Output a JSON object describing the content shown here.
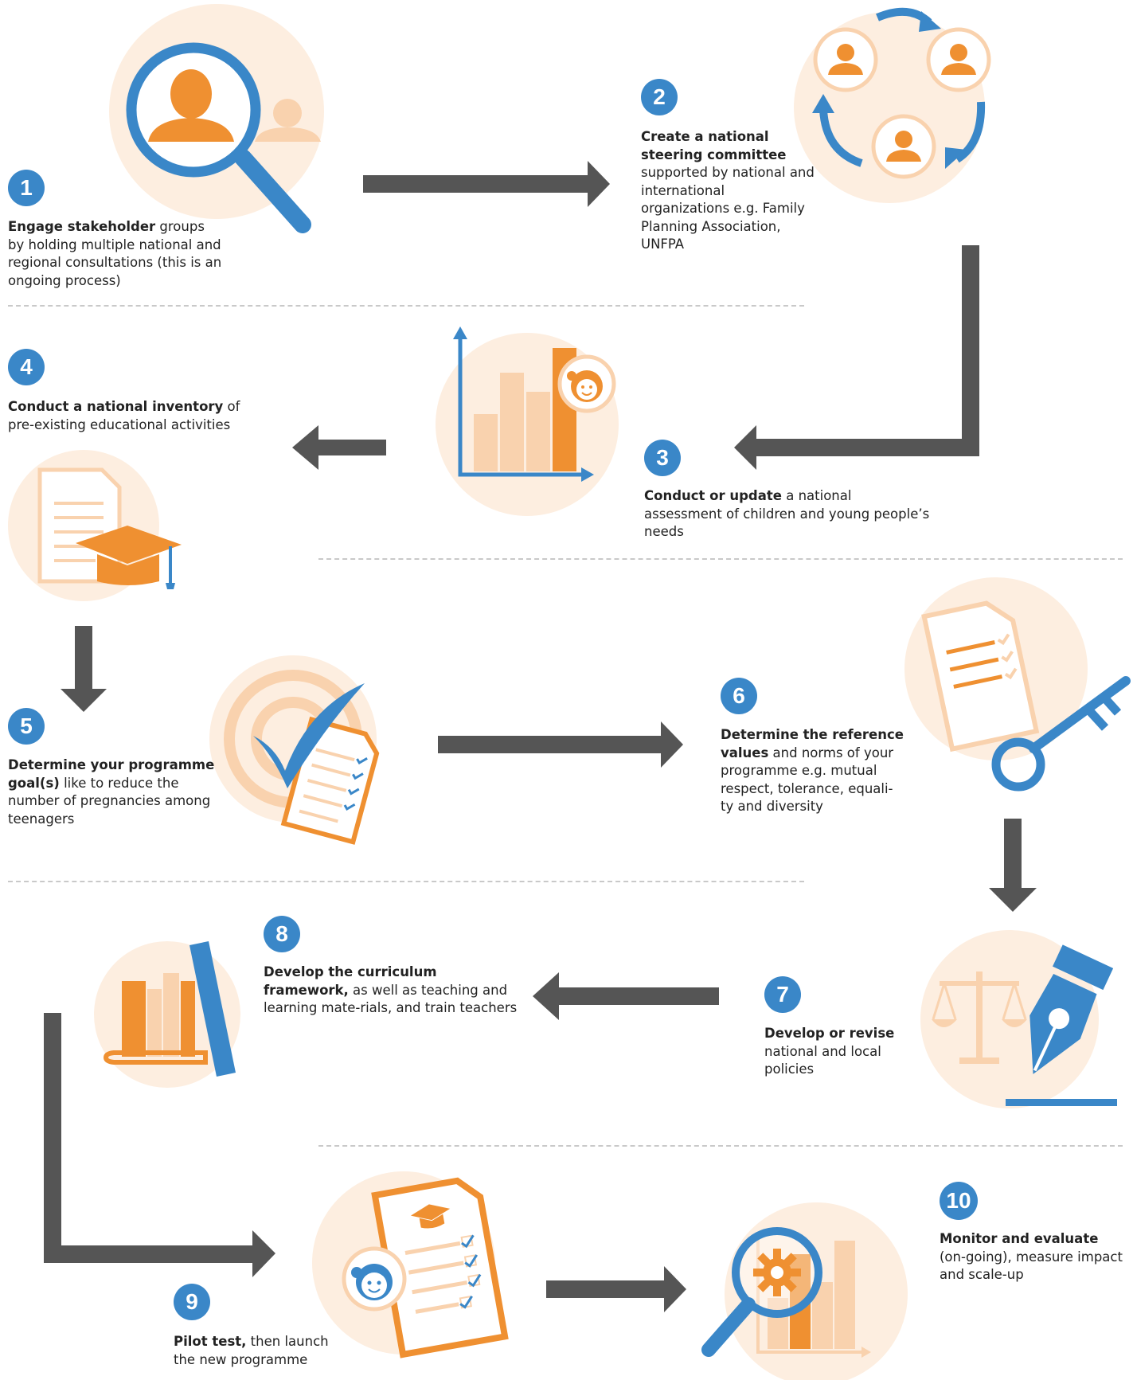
{
  "colors": {
    "blue": "#3a87c8",
    "orange": "#ef9031",
    "peach": "#fdeee0",
    "light_orange": "#f9d2ae",
    "arrow": "#555555"
  },
  "steps": [
    {
      "number": "1",
      "bold": "Engage stakeholder",
      "text": " groups by holding multiple national and regional consultations (this is an ongoing process)",
      "icon": "magnifier-stakeholder-icon"
    },
    {
      "number": "2",
      "bold": "Create a national steering committee",
      "text": " supported by national and international organizations e.g. Family Planning Association, UNFPA",
      "icon": "committee-cycle-icon"
    },
    {
      "number": "3",
      "bold": "Conduct or update",
      "text": " a national assessment of children and young people’s needs",
      "icon": "bar-chart-assessment-icon"
    },
    {
      "number": "4",
      "bold": "Conduct a national inventory",
      "text": " of pre-existing educational activities",
      "icon": "document-graduation-cap-icon"
    },
    {
      "number": "5",
      "bold": "Determine your programme goal(s)",
      "text": " like to reduce the number of pregnancies among teenagers",
      "icon": "target-checklist-icon"
    },
    {
      "number": "6",
      "bold": "Determine the reference values",
      "text": " and norms of your programme e.g. mutual respect, tolerance, equali-ty and diversity",
      "icon": "document-key-icon"
    },
    {
      "number": "7",
      "bold": "Develop or revise",
      "text": " national and local policies",
      "icon": "scales-pen-icon"
    },
    {
      "number": "8",
      "bold": "Develop the curriculum framework,",
      "text": " as well as teaching and learning mate-rials, and train teachers",
      "icon": "books-icon"
    },
    {
      "number": "9",
      "bold": "Pilot test,",
      "text": " then launch the new programme",
      "icon": "pilot-checklist-icon"
    },
    {
      "number": "10",
      "bold": "Monitor and evaluate",
      "text": " (on-going), measure impact and scale-up",
      "icon": "monitor-magnifier-chart-icon"
    }
  ]
}
